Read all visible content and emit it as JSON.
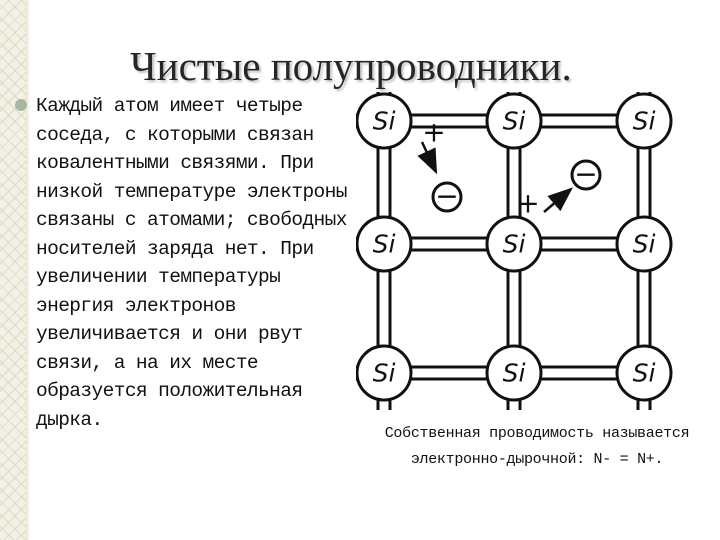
{
  "slide": {
    "title": "Чистые полупроводники.",
    "body": "Каждый атом имеет четыре соседа, с которыми связан ковалентными связями. При низкой температуре электроны связаны с атомами; свободных носителей заряда нет. При увеличении температуры энергия электронов увеличивается и они рвут связи, а на их месте образуется положительная дырка.",
    "caption": "Собственная проводимость называется электронно-дырочной: N- = N+.",
    "lattice": {
      "atom_label": "Si",
      "hole_sign": "+",
      "electron_sign": "−"
    }
  }
}
